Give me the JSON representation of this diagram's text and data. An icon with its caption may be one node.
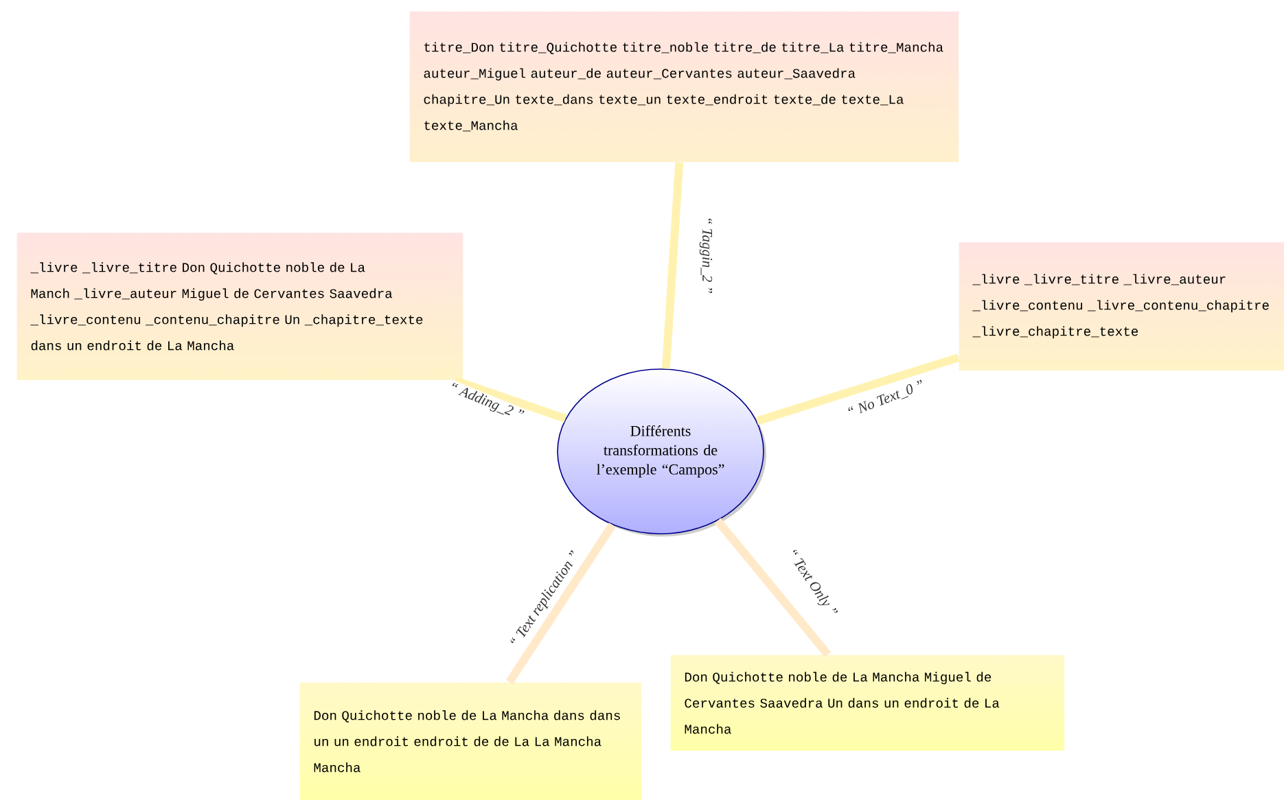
{
  "diagram": {
    "nodes": [
      {
        "text": [
          "Différents transformations de l’exemple “Campos”"
        ]
      },
      {
        "text": [
          "titre_Don titre_Quichotte titre_noble titre_de titre_La titre_Mancha auteur_Miguel auteur_de auteur_Cervantes auteur_Saavedra chapitre_Un texte_dans texte_un texte_endroit texte_de texte_La texte_Mancha"
        ]
      },
      {
        "text": [
          "_livre _livre_titre Don Quichotte noble de La Manch _livre_auteur Miguel de Cervantes Saavedra _livre_contenu _contenu_chapitre Un _chapitre_texte dans un endroit de La Mancha"
        ]
      },
      {
        "text": [
          "_livre _livre_titre _livre_auteur _livre_contenu _livre_contenu_chapitre _livre_chapitre_texte"
        ]
      },
      {
        "text": [
          "Don Quichotte noble de La Mancha dans dans un un endroit endroit de de La La Mancha Mancha"
        ]
      },
      {
        "text": [
          "Don Quichotte noble de La Mancha Miguel de Cervantes Saavedra Un dans un endroit de La Mancha"
        ]
      }
    ],
    "edges": [
      {
        "from": 0,
        "to": 1,
        "arrow": "none",
        "label": "“ Taggin_2 ”"
      },
      {
        "from": 0,
        "to": 2,
        "arrow": "none",
        "label": "“ Adding_2 ”"
      },
      {
        "from": 0,
        "to": 3,
        "arrow": "none",
        "label": "“ No Text_0 ”"
      },
      {
        "from": 0,
        "to": 4,
        "arrow": "none",
        "label": "“ Text replication ”",
        "color": "#ffe9c8"
      },
      {
        "from": 0,
        "to": 5,
        "arrow": "none",
        "label": "“ Text Only ”",
        "color": "#ffe9c8"
      }
    ]
  }
}
